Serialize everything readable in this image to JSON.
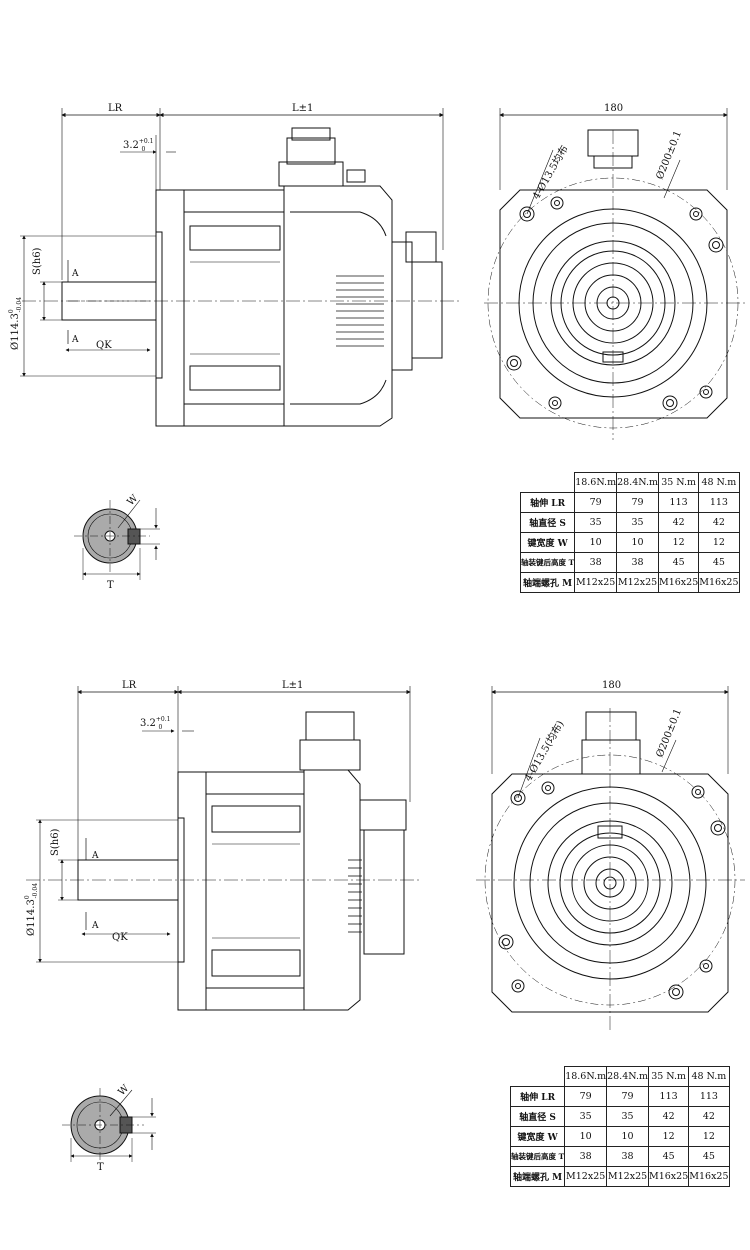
{
  "drawing_1": {
    "dim_lr": "LR",
    "dim_l": "L±1",
    "dim_flange": "180",
    "dim_pilot_thk_base": "3.2",
    "dim_pilot_thk_tol_up": "+0.1",
    "dim_pilot_thk_tol_low": "0",
    "dim_pilot_dia": "Ø114.3",
    "dim_pilot_dia_tol_up": "0",
    "dim_pilot_dia_tol_low": "-0.04",
    "dim_shaft": "S(h6)",
    "dim_key": "QK",
    "section_mark_top": "A",
    "section_mark_bottom": "A",
    "holes_note": "4-Ø13.5均布",
    "pcd": "Ø200±0.1",
    "section_t": "T",
    "section_w": "W"
  },
  "drawing_2": {
    "dim_lr": "LR",
    "dim_l": "L±1",
    "dim_flange": "180",
    "dim_pilot_thk_base": "3.2",
    "dim_pilot_thk_tol_up": "+0.1",
    "dim_pilot_thk_tol_low": "0",
    "dim_pilot_dia": "Ø114.3",
    "dim_pilot_dia_tol_up": "0",
    "dim_pilot_dia_tol_low": "-0.04",
    "dim_shaft": "S(h6)",
    "dim_key": "QK",
    "section_mark_top": "A",
    "section_mark_bottom": "A",
    "holes_note": "4-Ø13.5(均布)",
    "pcd": "Ø200±0.1",
    "section_t": "T",
    "section_w": "W"
  },
  "table_1": {
    "headers": [
      "18.6N.m",
      "28.4N.m",
      "35 N.m",
      "48 N.m"
    ],
    "rows": [
      {
        "label": "轴伸 LR",
        "values": [
          "79",
          "79",
          "113",
          "113"
        ]
      },
      {
        "label": "轴直径 S",
        "values": [
          "35",
          "35",
          "42",
          "42"
        ]
      },
      {
        "label": "键宽度 W",
        "values": [
          "10",
          "10",
          "12",
          "12"
        ]
      },
      {
        "label": "轴装键后高度 T",
        "values": [
          "38",
          "38",
          "45",
          "45"
        ]
      },
      {
        "label": "轴端螺孔 M",
        "values": [
          "M12x25",
          "M12x25",
          "M16x25",
          "M16x25"
        ]
      }
    ]
  },
  "table_2": {
    "headers": [
      "18.6N.m",
      "28.4N.m",
      "35 N.m",
      "48 N.m"
    ],
    "rows": [
      {
        "label": "轴伸 LR",
        "values": [
          "79",
          "79",
          "113",
          "113"
        ]
      },
      {
        "label": "轴直径 S",
        "values": [
          "35",
          "35",
          "42",
          "42"
        ]
      },
      {
        "label": "键宽度 W",
        "values": [
          "10",
          "10",
          "12",
          "12"
        ]
      },
      {
        "label": "轴装键后高度 T",
        "values": [
          "38",
          "38",
          "45",
          "45"
        ]
      },
      {
        "label": "轴端螺孔 M",
        "values": [
          "M12x25",
          "M12x25",
          "M16x25",
          "M16x25"
        ]
      }
    ]
  }
}
